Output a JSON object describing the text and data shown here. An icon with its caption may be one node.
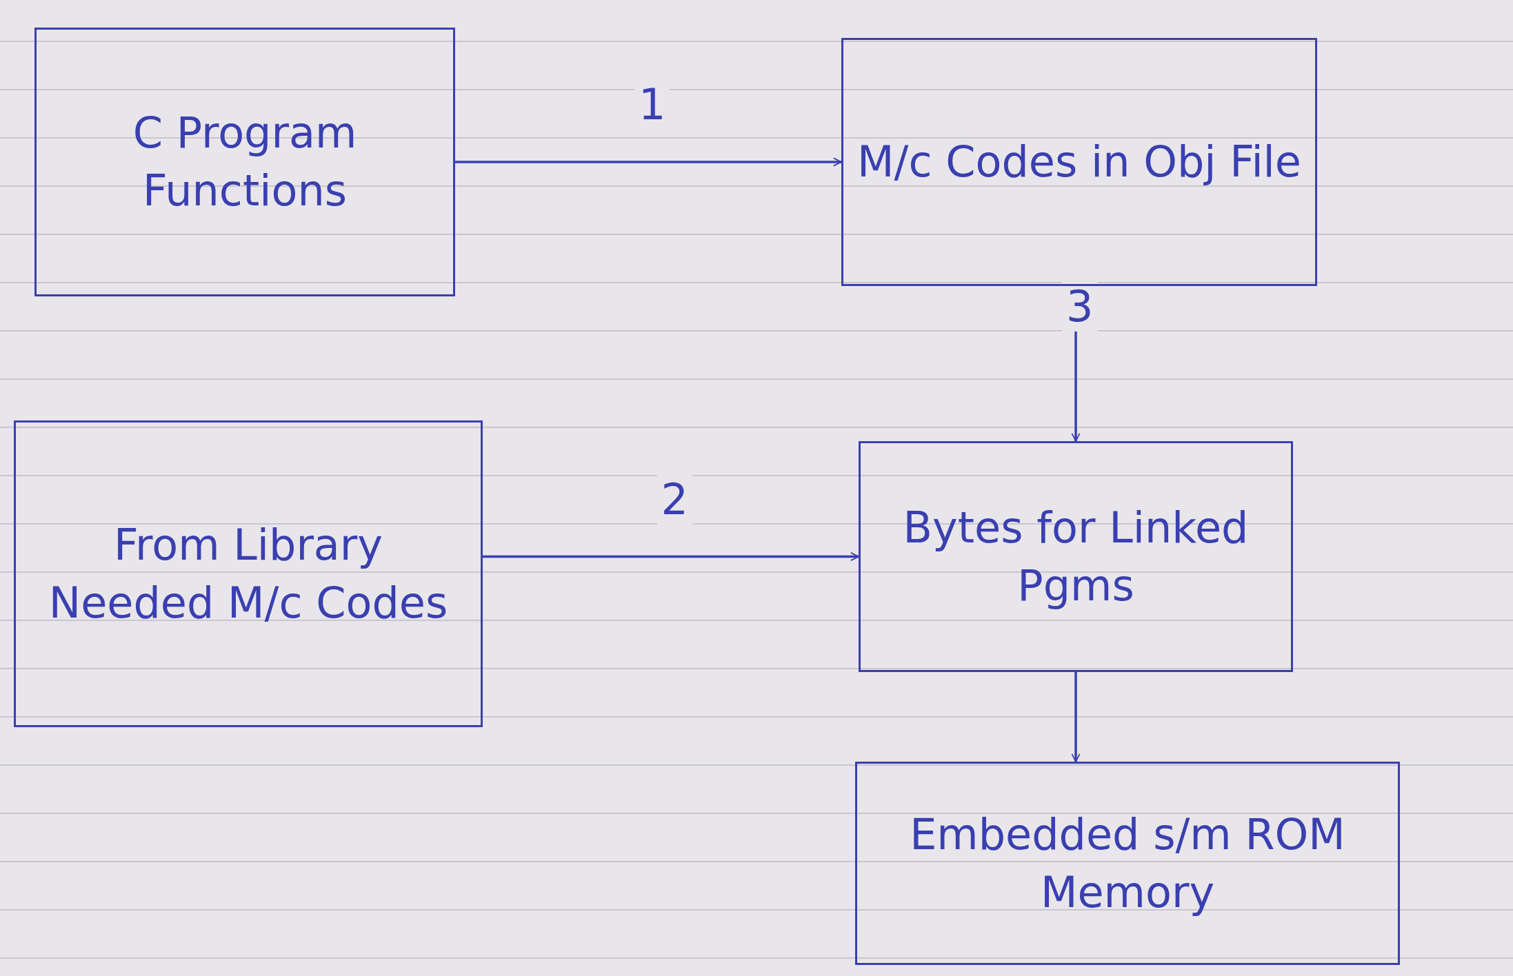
{
  "diagram": {
    "nodes": [
      {
        "text": [
          "C Program Functions"
        ]
      },
      {
        "text": [
          "M/c Codes in Obj File"
        ]
      },
      {
        "text": [
          "From Library Needed M/c Codes"
        ]
      },
      {
        "text": [
          "Bytes for Linked Pgms"
        ]
      },
      {
        "text": [
          "Embedded s/m ROM Memory"
        ]
      }
    ],
    "edges": [
      {
        "from": 0,
        "to": 1,
        "arrow": "to",
        "label": "1"
      },
      {
        "from": 2,
        "to": 3,
        "arrow": "to",
        "label": "2"
      },
      {
        "from": 1,
        "to": 3,
        "arrow": "to",
        "label": "3"
      },
      {
        "from": 3,
        "to": 4,
        "arrow": "to"
      }
    ]
  }
}
